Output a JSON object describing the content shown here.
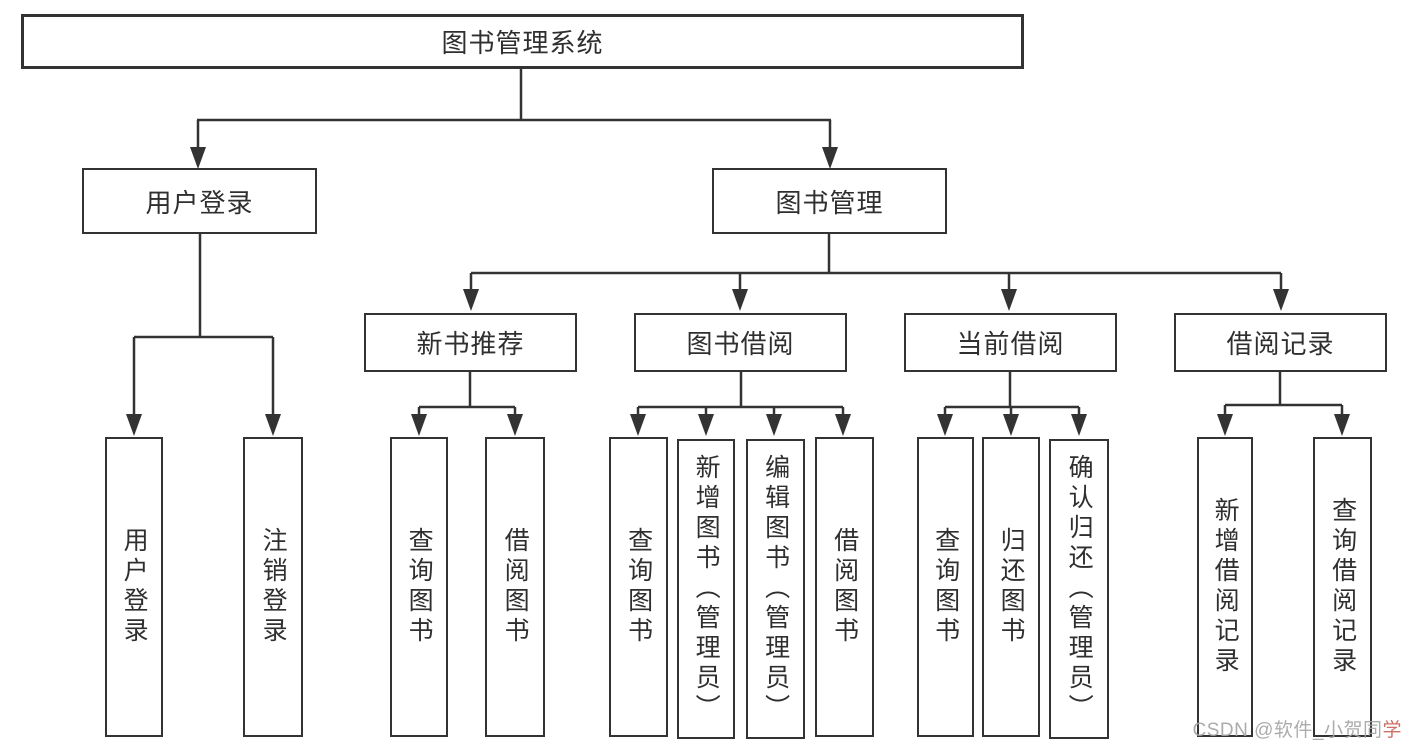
{
  "diagram": {
    "root": {
      "label": "图书管理系统"
    },
    "level2": [
      {
        "id": "user-login",
        "label": "用户登录",
        "parent": "图书管理系统"
      },
      {
        "id": "book-management",
        "label": "图书管理",
        "parent": "图书管理系统"
      }
    ],
    "level3": [
      {
        "id": "new-book-recommend",
        "label": "新书推荐",
        "parent": "图书管理"
      },
      {
        "id": "book-borrowing",
        "label": "图书借阅",
        "parent": "图书管理"
      },
      {
        "id": "current-borrowing",
        "label": "当前借阅",
        "parent": "图书管理"
      },
      {
        "id": "borrowing-records",
        "label": "借阅记录",
        "parent": "图书管理"
      }
    ],
    "leaves": [
      {
        "id": "user-login-action",
        "label": "用户登录",
        "parent": "用户登录"
      },
      {
        "id": "logout-action",
        "label": "注销登录",
        "parent": "用户登录"
      },
      {
        "id": "recommend-query-books",
        "label": "查询图书",
        "parent": "新书推荐"
      },
      {
        "id": "recommend-borrow-books",
        "label": "借阅图书",
        "parent": "新书推荐"
      },
      {
        "id": "borrowing-query-books",
        "label": "查询图书",
        "parent": "图书借阅"
      },
      {
        "id": "add-books-admin",
        "label": "新增图书（管理员）",
        "parent": "图书借阅"
      },
      {
        "id": "edit-books-admin",
        "label": "编辑图书（管理员）",
        "parent": "图书借阅"
      },
      {
        "id": "borrowing-borrow-books",
        "label": "借阅图书",
        "parent": "图书借阅"
      },
      {
        "id": "current-query-books",
        "label": "查询图书",
        "parent": "当前借阅"
      },
      {
        "id": "return-books",
        "label": "归还图书",
        "parent": "当前借阅"
      },
      {
        "id": "confirm-return-admin",
        "label": "确认归还（管理员）",
        "parent": "当前借阅"
      },
      {
        "id": "add-borrow-record",
        "label": "新增借阅记录",
        "parent": "借阅记录"
      },
      {
        "id": "query-borrow-record",
        "label": "查询借阅记录",
        "parent": "借阅记录"
      }
    ]
  },
  "watermark": {
    "prefix": "CSDN @软件_小贺同",
    "suffix": "学"
  },
  "colors": {
    "line": "#333333",
    "box_border": "#333333",
    "box_background": "#ffffff",
    "text": "#2f2f2f",
    "watermark_gray": "#a5a5a5",
    "watermark_red": "#c1574a"
  }
}
